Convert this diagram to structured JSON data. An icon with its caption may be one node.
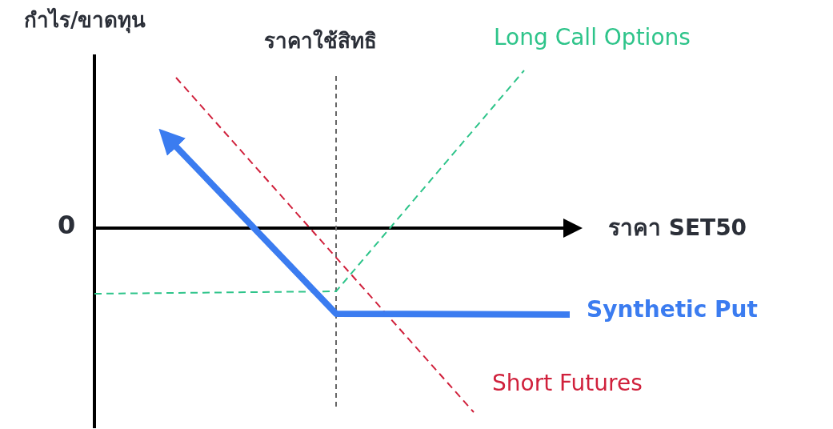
{
  "diagram": {
    "labels": [
      "กำไร/ขาดทุน",
      "ราคาใช้สิทธิ",
      "Long Call Options",
      "0",
      "ราคา SET50",
      "Synthetic Put",
      "Short Futures"
    ]
  }
}
